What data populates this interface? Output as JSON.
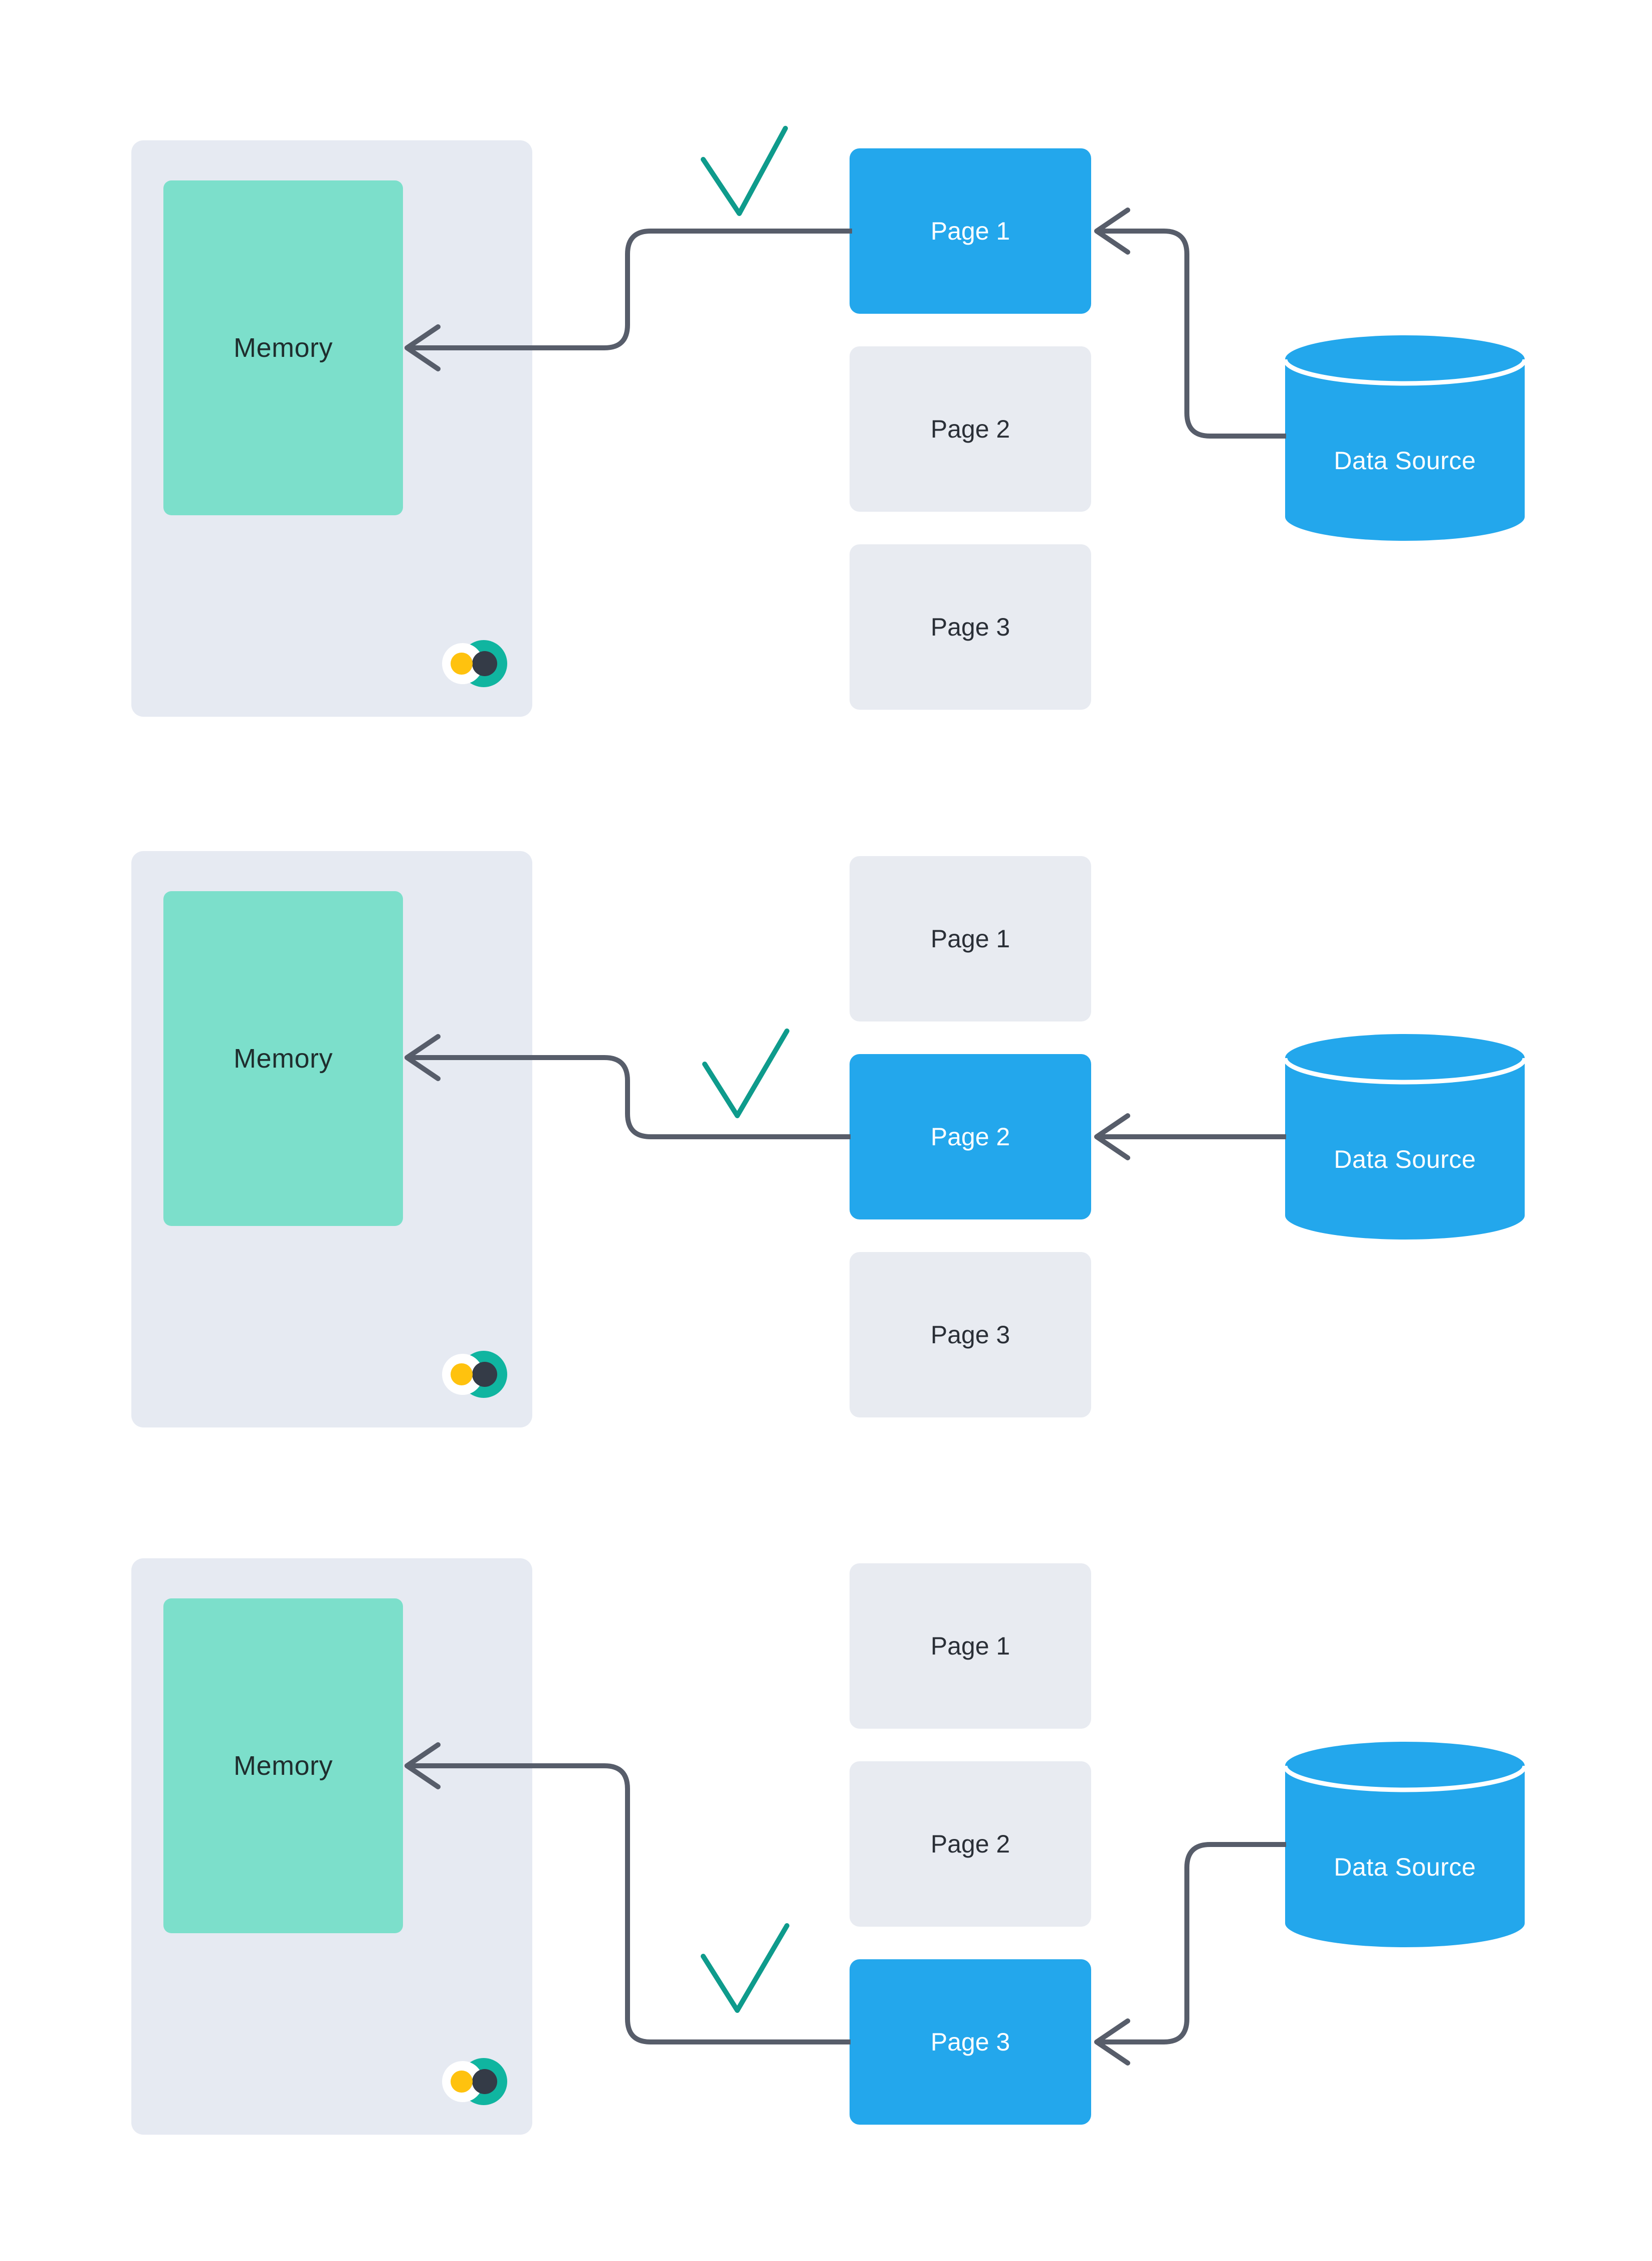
{
  "colors": {
    "page-blue": "#23A7EC",
    "panel-gray": "#E6EAF2",
    "page-gray": "#E8EBF1",
    "memory-teal": "#7CDFCB",
    "memory-text": "#1F2E2E",
    "page-text": "#2A2F37",
    "page-text-active": "#FFFFFF",
    "arrow-gray": "#575D6A",
    "check-teal": "#0E9B8C",
    "logo-yellow": "#FFC20E",
    "logo-navy": "#343B47",
    "logo-teal": "#10B5A0",
    "background": "#FFFFFF"
  },
  "rows": [
    {
      "memory_label": "Memory",
      "data_source_label": "Data Source",
      "pages": [
        {
          "label": "Page 1",
          "active": true
        },
        {
          "label": "Page 2",
          "active": false
        },
        {
          "label": "Page 3",
          "active": false
        }
      ]
    },
    {
      "memory_label": "Memory",
      "data_source_label": "Data Source",
      "pages": [
        {
          "label": "Page 1",
          "active": false
        },
        {
          "label": "Page 2",
          "active": true
        },
        {
          "label": "Page 3",
          "active": false
        }
      ]
    },
    {
      "memory_label": "Memory",
      "data_source_label": "Data Source",
      "pages": [
        {
          "label": "Page 1",
          "active": false
        },
        {
          "label": "Page 2",
          "active": false
        },
        {
          "label": "Page 3",
          "active": true
        }
      ]
    }
  ]
}
